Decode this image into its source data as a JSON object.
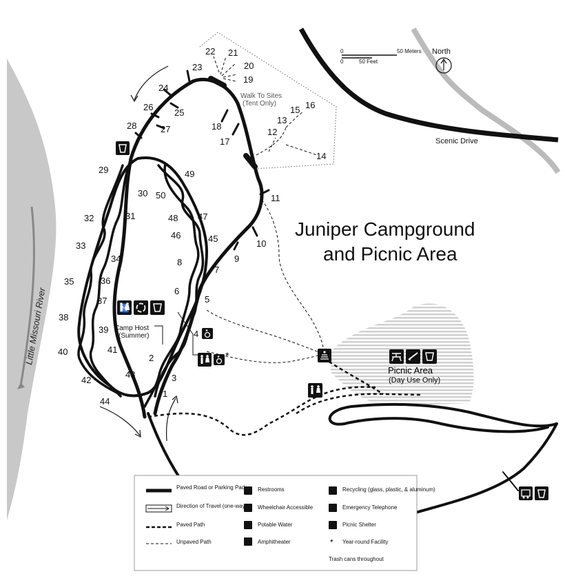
{
  "title": {
    "line1": "Juniper Campground",
    "line2": "and Picnic Area"
  },
  "river_label": "Little Missouri River",
  "road_label": "Scenic Drive",
  "scale": {
    "meters": "50 Meters",
    "feet": "50 Feet",
    "zero_m": "0",
    "zero_f": "0"
  },
  "north_label": "North",
  "walk_to_sites": {
    "line1": "Walk To Sites",
    "line2": "(Tent Only)"
  },
  "camp_host": {
    "line1": "Camp Host",
    "line2": "(Summer)"
  },
  "picnic_area": {
    "line1": "Picnic Area",
    "line2": "(Day Use Only)"
  },
  "year_round_mark": "*",
  "sites": [
    "1",
    "2",
    "3",
    "4",
    "5",
    "6",
    "7",
    "8",
    "9",
    "10",
    "11",
    "12",
    "13",
    "14",
    "15",
    "16",
    "17",
    "18",
    "19",
    "20",
    "21",
    "22",
    "23",
    "24",
    "25",
    "26",
    "27",
    "28",
    "29",
    "30",
    "31",
    "32",
    "33",
    "34",
    "35",
    "36",
    "37",
    "38",
    "39",
    "40",
    "41",
    "42",
    "43",
    "44",
    "45",
    "46",
    "47",
    "48",
    "49",
    "50"
  ],
  "legend": {
    "paved_road": "Paved Road or Parking Pad",
    "direction_travel": "Direction of Travel (one-way)",
    "paved_path": "Paved Path",
    "unpaved_path": "Unpaved Path",
    "restrooms": "Restrooms",
    "wheelchair": "Wheelchair Accessible",
    "potable_water": "Potable Water",
    "amphitheater": "Amphitheater",
    "recycling": "Recycling (glass, plastic, & aluminum)",
    "emergency_phone": "Emergency Telephone",
    "picnic_shelter": "Picnic Shelter",
    "year_round": "Year-round Facility",
    "trash_cans": "Trash cans throughout"
  },
  "colors": {
    "river": "#c8c8c8",
    "river_line": "#888888",
    "road": "#111111",
    "picnic_hatch": "#d0d0d0"
  },
  "icons": [
    "restroom-icon",
    "recycling-icon",
    "water-icon",
    "wheelchair-icon",
    "amphitheater-icon",
    "picnic-shelter-icon",
    "phone-icon"
  ]
}
